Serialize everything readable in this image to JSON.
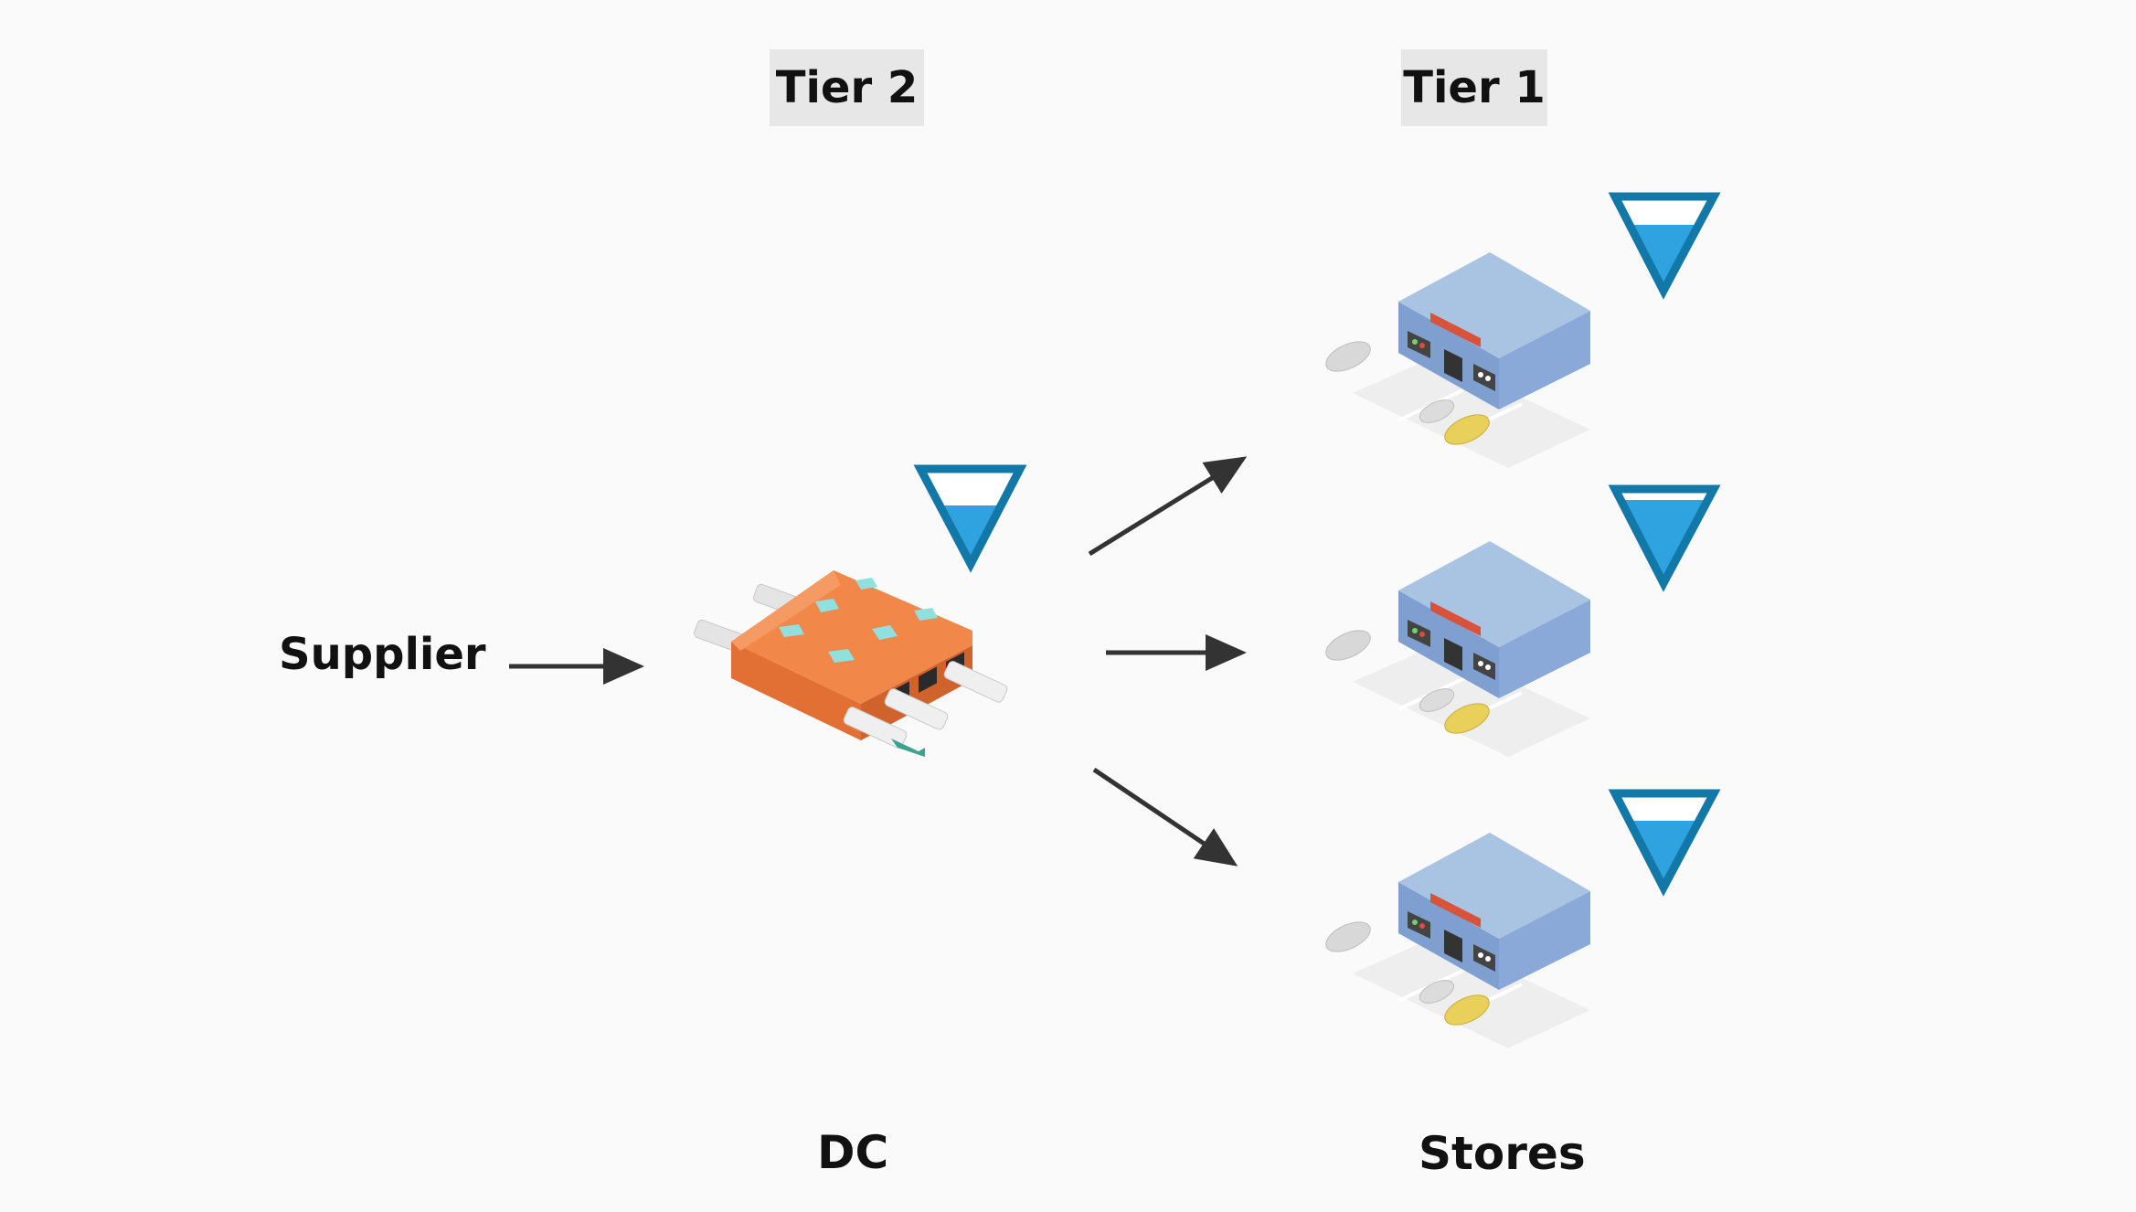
{
  "tiers": {
    "tier2": "Tier 2",
    "tier1": "Tier 1"
  },
  "labels": {
    "supplier": "Supplier",
    "dc": "DC",
    "stores": "Stores"
  },
  "colors": {
    "triangle_outline": "#1278a8",
    "inventory_fill": "#2fa3e0",
    "arrow": "#333333",
    "dc_roof": "#f2874a",
    "store_roof": "#a9c3e2"
  },
  "icons": {
    "dc": "warehouse-icon",
    "store": "store-icon",
    "inventory": "inventory-level-icon"
  }
}
